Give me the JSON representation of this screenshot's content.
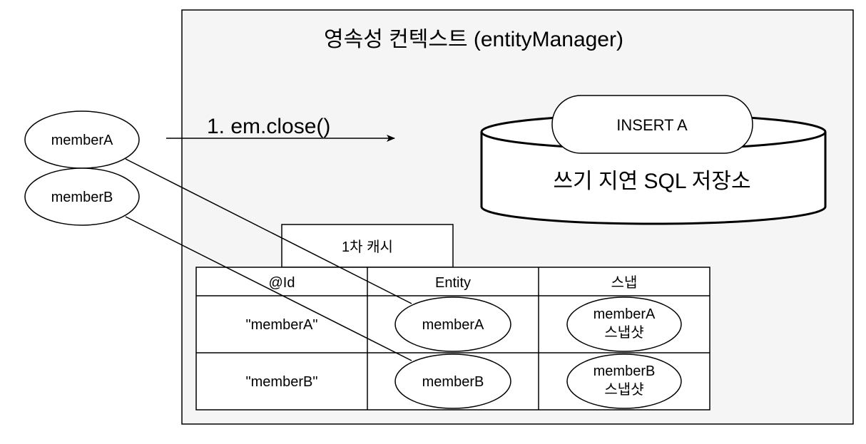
{
  "context": {
    "title": "영속성 컨텍스트 (entityManager)"
  },
  "action": {
    "label": "1. em.close()"
  },
  "write_behind_store": {
    "label": "쓰기 지연 SQL 저장소",
    "queries": [
      "INSERT A"
    ]
  },
  "external_members": [
    "memberA",
    "memberB"
  ],
  "cache": {
    "title": "1차 캐시",
    "headers": [
      "@Id",
      "Entity",
      "스냅"
    ],
    "rows": [
      {
        "id": "\"memberA\"",
        "entity": "memberA",
        "snapshot_line1": "memberA",
        "snapshot_line2": "스냅샷"
      },
      {
        "id": "\"memberB\"",
        "entity": "memberB",
        "snapshot_line1": "memberB",
        "snapshot_line2": "스냅샷"
      }
    ]
  },
  "colors": {
    "context_fill": "#f5f5f5",
    "stroke": "#000000",
    "shape_fill": "#ffffff"
  }
}
